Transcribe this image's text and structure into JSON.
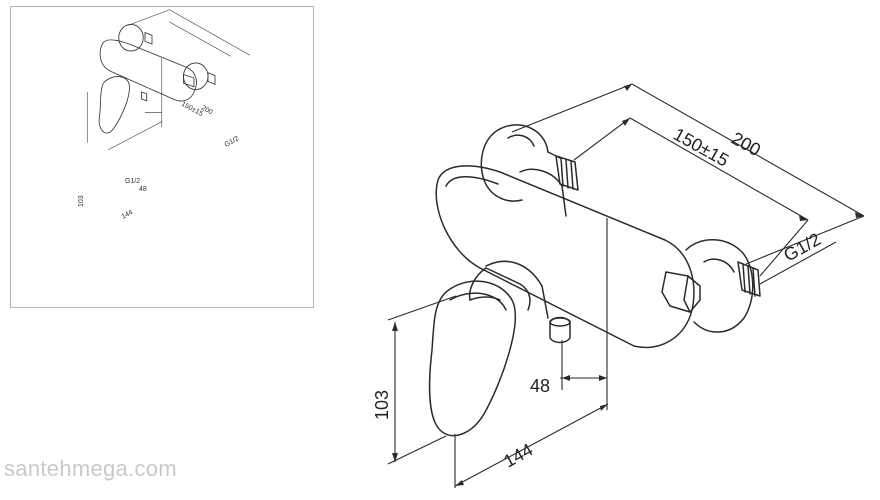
{
  "drawing": {
    "dimensions": {
      "overall_length": "200",
      "connection_spacing": "150±15",
      "thread": "G1/2",
      "height": "103",
      "depth": "144",
      "outlet_offset": "48"
    }
  },
  "watermark": {
    "text": "santehmega.com"
  }
}
